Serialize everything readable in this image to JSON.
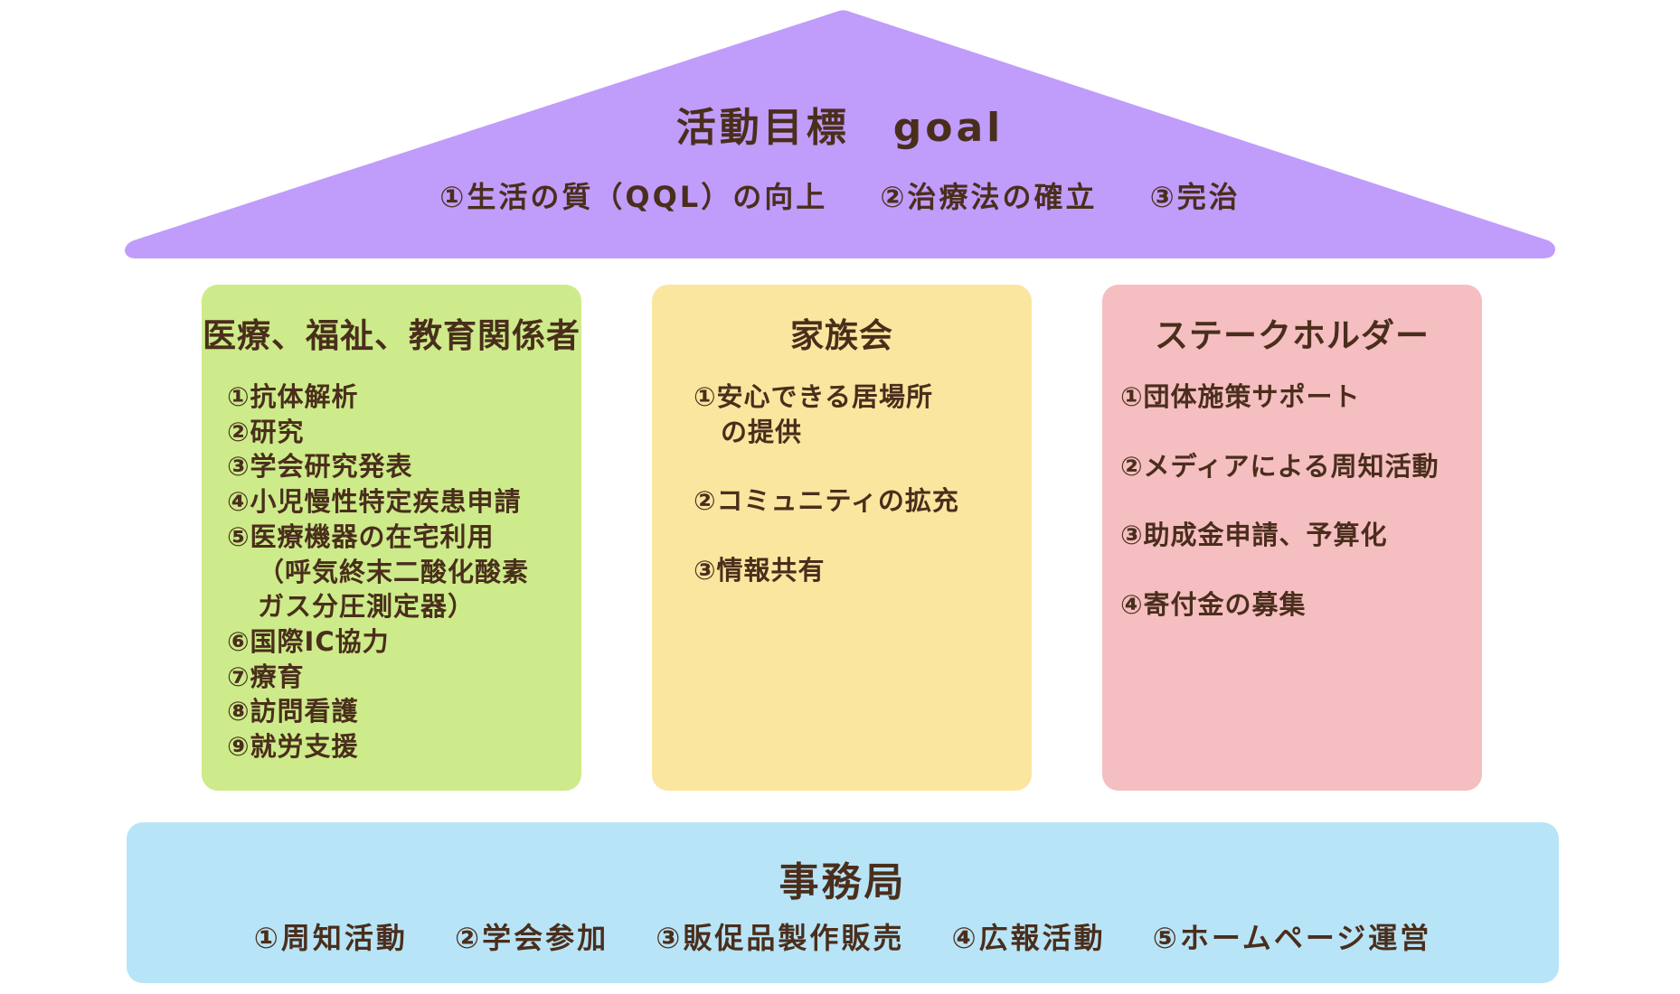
{
  "colors": {
    "roof": "#c09cfb",
    "medical": "#cdeb8a",
    "family": "#fbe69f",
    "stakeholder": "#f5bec0",
    "base": "#b8e4f7",
    "text": "#4a2e1c"
  },
  "roof": {
    "title": "活動目標　goal",
    "goals": [
      "①生活の質（QQL）の向上",
      "②治療法の確立",
      "③完治"
    ]
  },
  "pillars": {
    "medical": {
      "title": "医療、福祉、教育関係者",
      "items": [
        "①抗体解析",
        "②研究",
        "③学会研究発表",
        "④小児慢性特定疾患申請",
        "⑤医療機器の在宅利用",
        "（呼気終末二酸化酸素",
        "ガス分圧測定器）",
        "⑥国際IC協力",
        "⑦療育",
        "⑧訪問看護",
        "⑨就労支援"
      ]
    },
    "family": {
      "title": "家族会",
      "items": [
        "①安心できる居場所\n　の提供",
        "②コミュニティの拡充",
        "③情報共有"
      ]
    },
    "stakeholder": {
      "title": "ステークホルダー",
      "items": [
        "①団体施策サポート",
        "②メディアによる周知活動",
        "③助成金申請、予算化",
        "④寄付金の募集"
      ]
    }
  },
  "base": {
    "title": "事務局",
    "items": [
      "①周知活動",
      "②学会参加",
      "③販促品製作販売",
      "④広報活動",
      "⑤ホームページ運営"
    ]
  }
}
